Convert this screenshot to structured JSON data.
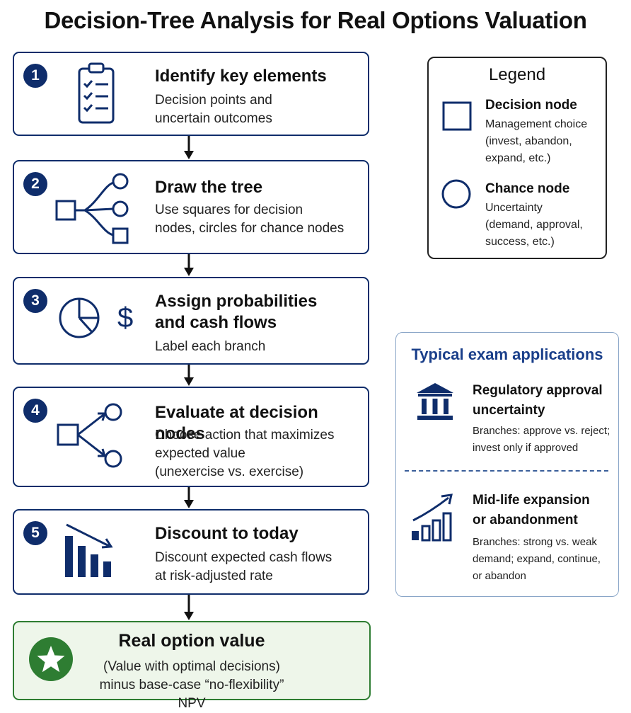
{
  "title": "Decision-Tree Analysis for Real Options Valuation",
  "steps": [
    {
      "number": "1",
      "title": "Identify key elements",
      "desc": "Decision points and\nuncertain outcomes",
      "icon": "clipboard-checklist-icon"
    },
    {
      "number": "2",
      "title": "Draw the tree",
      "desc": "Use squares for decision\nnodes, circles for chance nodes",
      "icon": "tree-diagram-icon"
    },
    {
      "number": "3",
      "title": "Assign probabilities\nand cash flows",
      "desc": "Label each branch",
      "icon": "pie-chart-dollar-icon"
    },
    {
      "number": "4",
      "title": "Evaluate at decision nodes",
      "desc": "Choose action that maximizes\nexpected value\n(unexercise vs. exercise)",
      "icon": "decision-branch-icon"
    },
    {
      "number": "5",
      "title": "Discount to today",
      "desc": "Discount expected cash flows\nat risk-adjusted rate",
      "icon": "declining-bars-icon"
    }
  ],
  "result": {
    "title": "Real option value",
    "desc": "(Value with optimal decisions)\nminus base-case “no-flexibility” NPV",
    "icon": "star-icon"
  },
  "legend": {
    "title": "Legend",
    "items": [
      {
        "name": "Decision node",
        "desc": "Management choice\n(invest, abandon,\nexpand, etc.)",
        "icon": "square-icon"
      },
      {
        "name": "Chance node",
        "desc": "Uncertainty\n(demand, approval,\nsuccess, etc.)",
        "icon": "circle-icon"
      }
    ]
  },
  "applications": {
    "title": "Typical exam applications",
    "items": [
      {
        "name": "Regulatory approval\nuncertainty",
        "desc": "Branches: approve vs. reject;\ninvest only if approved",
        "icon": "government-building-icon"
      },
      {
        "name": "Mid-life expansion\nor abandonment",
        "desc": "Branches: strong vs. weak\ndemand; expand, continue,\nor abandon",
        "icon": "growth-chart-icon"
      }
    ]
  },
  "colors": {
    "navy": "#0f2d6b",
    "green": "#2e7d32",
    "result_bg": "#eef6ea",
    "apps_title": "#1a3f8a"
  }
}
